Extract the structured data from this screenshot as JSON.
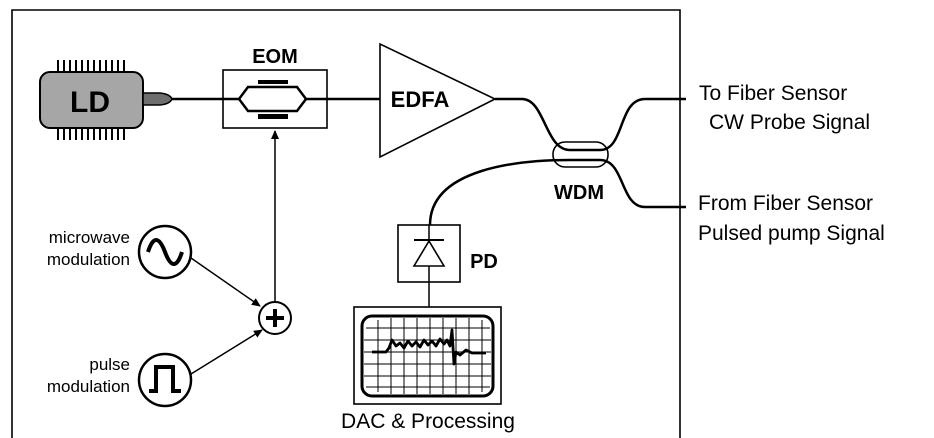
{
  "labels": {
    "ld": "LD",
    "eom": "EOM",
    "edfa": "EDFA",
    "wdm": "WDM",
    "pd": "PD",
    "microwave_line1": "microwave",
    "microwave_line2": "modulation",
    "pulse_line1": "pulse",
    "pulse_line2": "modulation",
    "dac": "DAC & Processing",
    "to_sensor_line1": "To Fiber Sensor",
    "to_sensor_line2": "CW Probe Signal",
    "from_sensor_line1": "From Fiber Sensor",
    "from_sensor_line2": "Pulsed pump Signal",
    "plus": "+"
  },
  "colors": {
    "ld_fill": "#a6a6a6",
    "line": "#000000"
  }
}
